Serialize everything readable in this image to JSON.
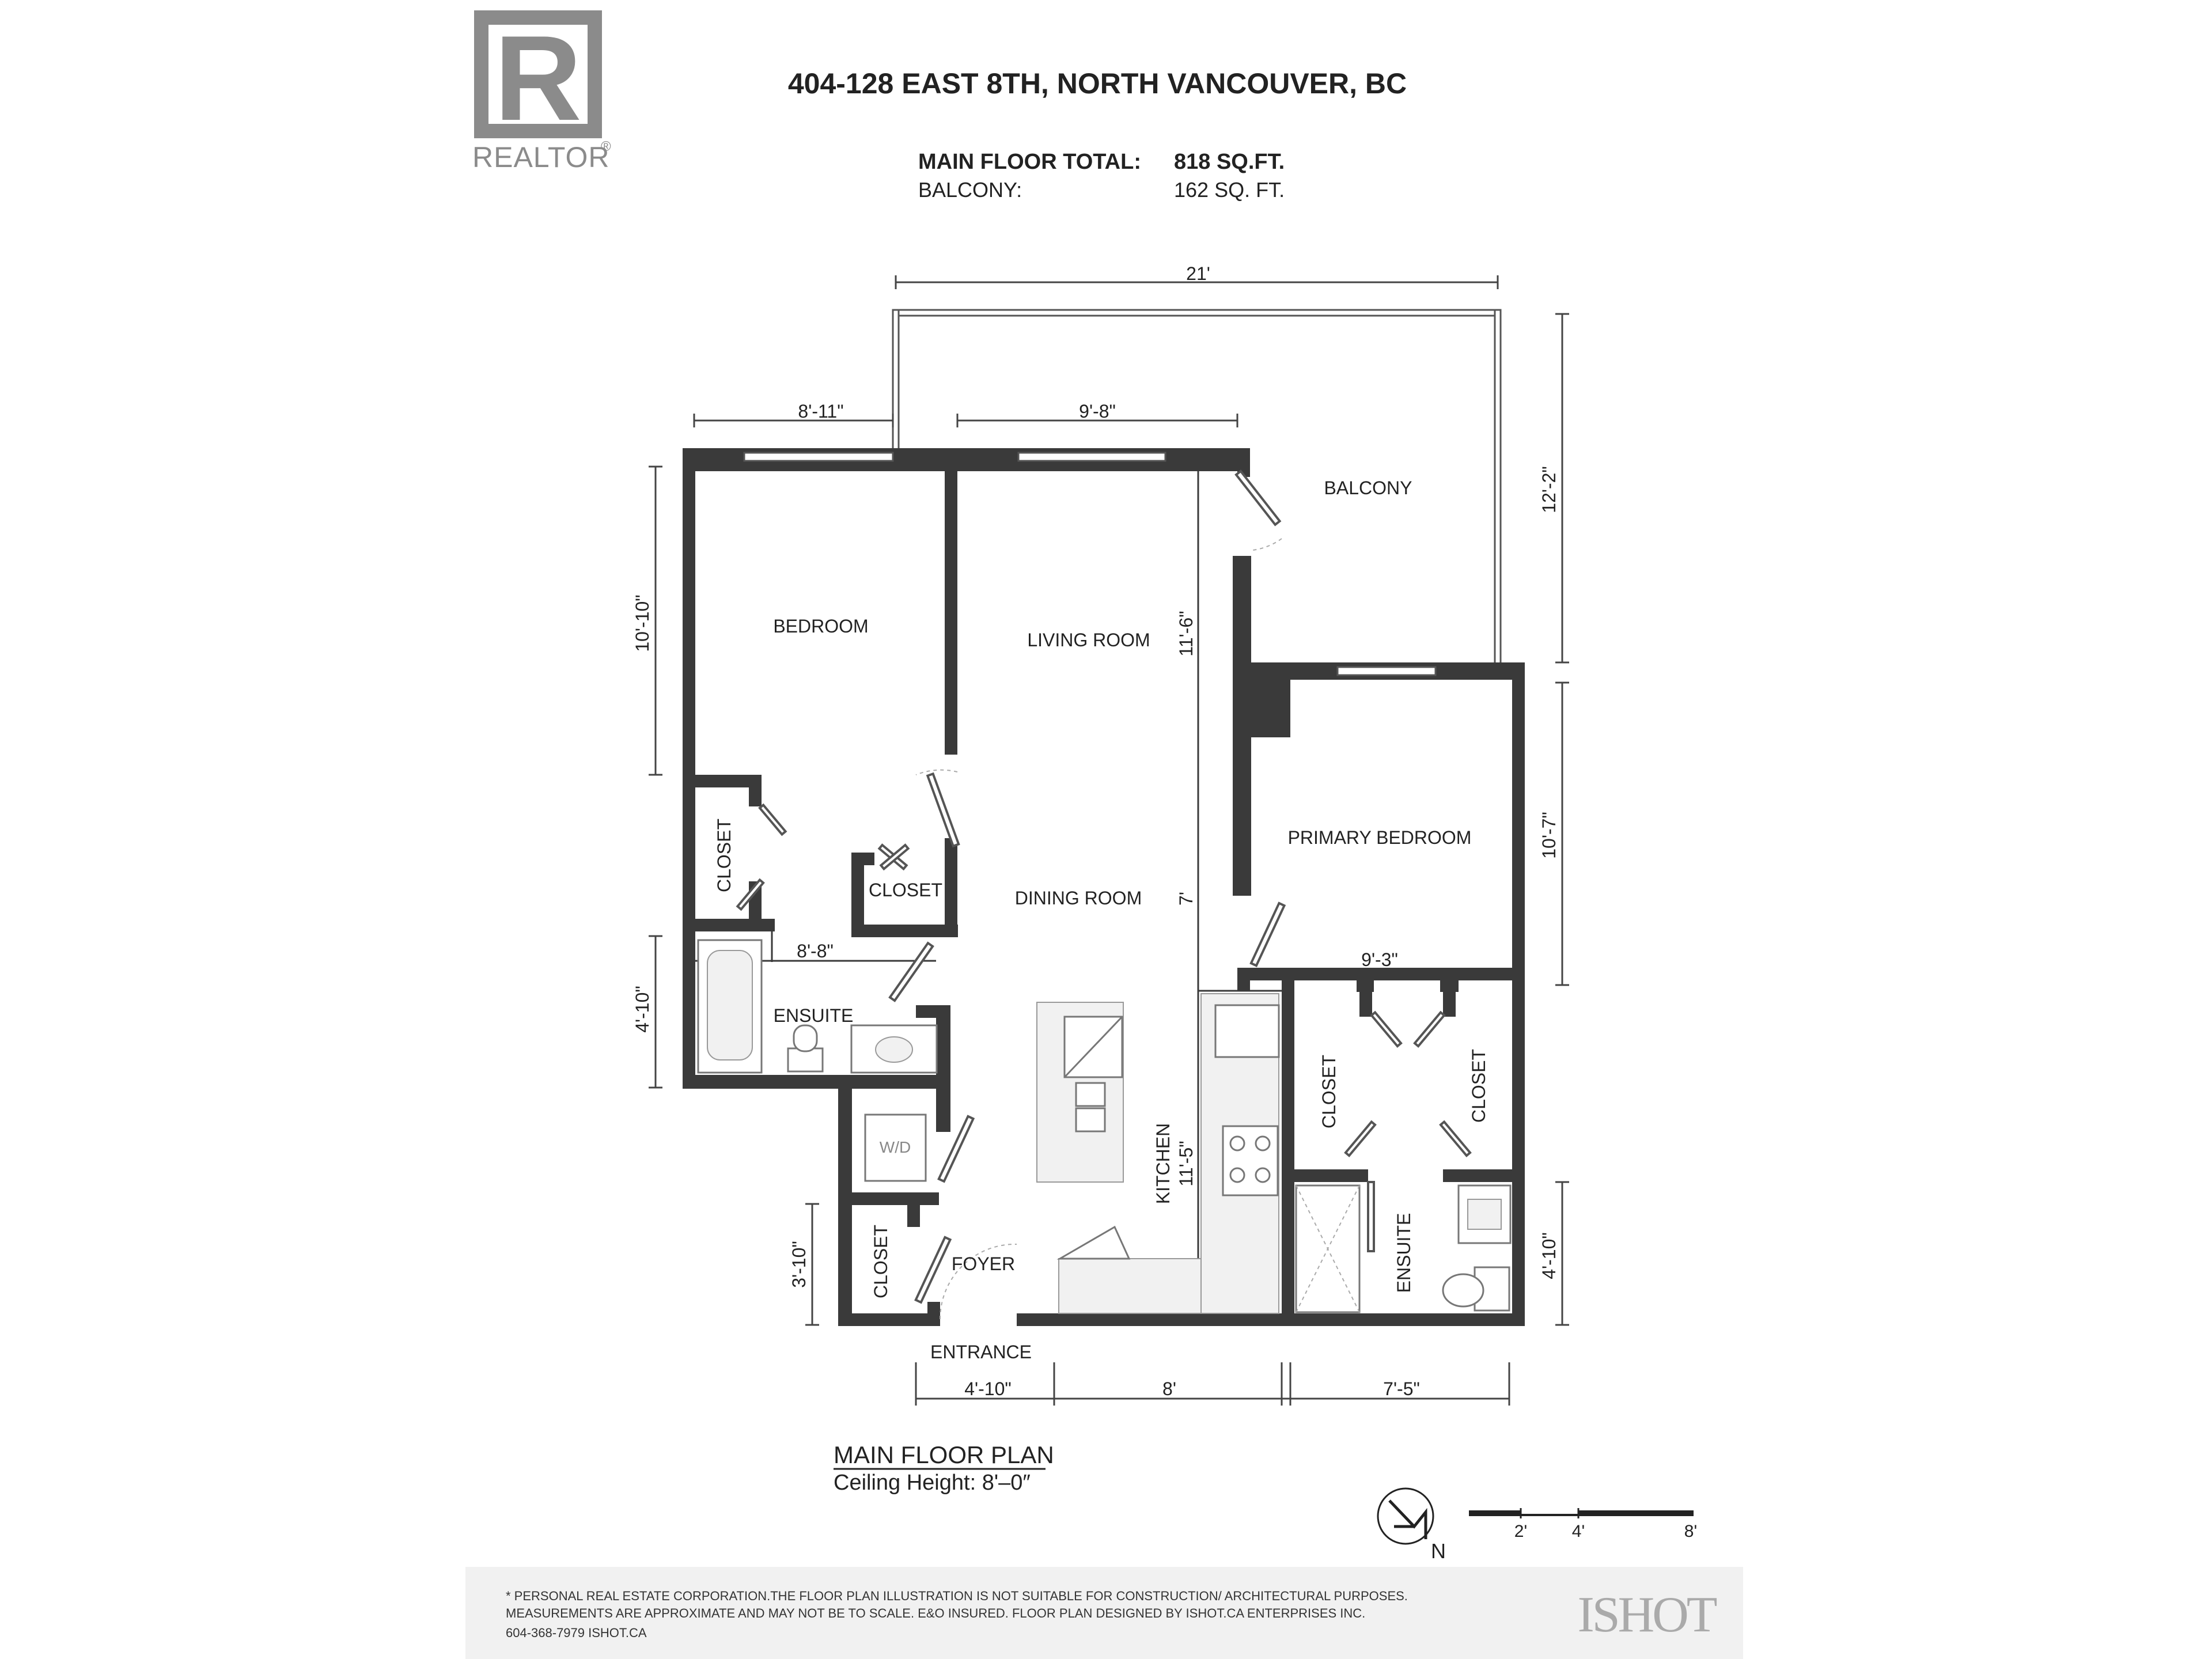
{
  "header": {
    "address": "404-128 EAST 8TH, NORTH VANCOUVER, BC",
    "main_floor_label": "MAIN FLOOR TOTAL:",
    "main_floor_value": "818 SQ.FT.",
    "balcony_label": "BALCONY:",
    "balcony_value": "162 SQ. FT."
  },
  "logo": {
    "letter": "R",
    "name": "REALTOR",
    "mark": "®"
  },
  "rooms": {
    "bedroom": "BEDROOM",
    "living_room": "LIVING ROOM",
    "balcony": "BALCONY",
    "primary_bedroom": "PRIMARY BEDROOM",
    "dining_room": "DINING ROOM",
    "closet_vertical_left": "CLOSET",
    "closet_small": "CLOSET",
    "ensuite_left": "ENSUITE",
    "wd": "W/D",
    "closet_foyer": "CLOSET",
    "foyer": "FOYER",
    "entrance": "ENTRANCE",
    "kitchen": "KITCHEN",
    "closet_primary_left": "CLOSET",
    "closet_primary_right": "CLOSET",
    "ensuite_right": "ENSUITE"
  },
  "dimensions": {
    "balcony_width": "21'",
    "balcony_depth": "12'-2\"",
    "bedroom_width": "8'-11\"",
    "living_width": "9'-8\"",
    "bedroom_depth": "10'-10\"",
    "living_depth": "11'-6\"",
    "dining_depth": "7'",
    "primary_depth": "10'-7\"",
    "primary_width": "9'-3\"",
    "ensuite_width": "8'-8\"",
    "ensuite_depth": "4'-10\"",
    "kitchen_depth": "11'-5\"",
    "ensuite_right_depth": "4'-10\"",
    "foyer_depth": "3'-10\"",
    "bottom_1": "4'-10\"",
    "bottom_2": "8'",
    "bottom_3": "7'-5\""
  },
  "plan_caption": {
    "title": "MAIN FLOOR PLAN",
    "ceiling": "Ceiling Height: 8'–0″"
  },
  "compass": {
    "north": "N"
  },
  "scale_bar": {
    "labels": [
      "2'",
      "4'",
      "8'"
    ]
  },
  "footer": {
    "line1": "* PERSONAL REAL ESTATE CORPORATION.THE FLOOR PLAN ILLUSTRATION IS NOT SUITABLE FOR CONSTRUCTION/ ARCHITECTURAL PURPOSES.",
    "line2": "MEASUREMENTS ARE APPROXIMATE AND MAY NOT BE TO SCALE. E&O INSURED. FLOOR PLAN DESIGNED BY ISHOT.CA ENTERPRISES INC.",
    "line3": "604-368-7979  ISHOT.CA",
    "brand": "ISHOT"
  }
}
